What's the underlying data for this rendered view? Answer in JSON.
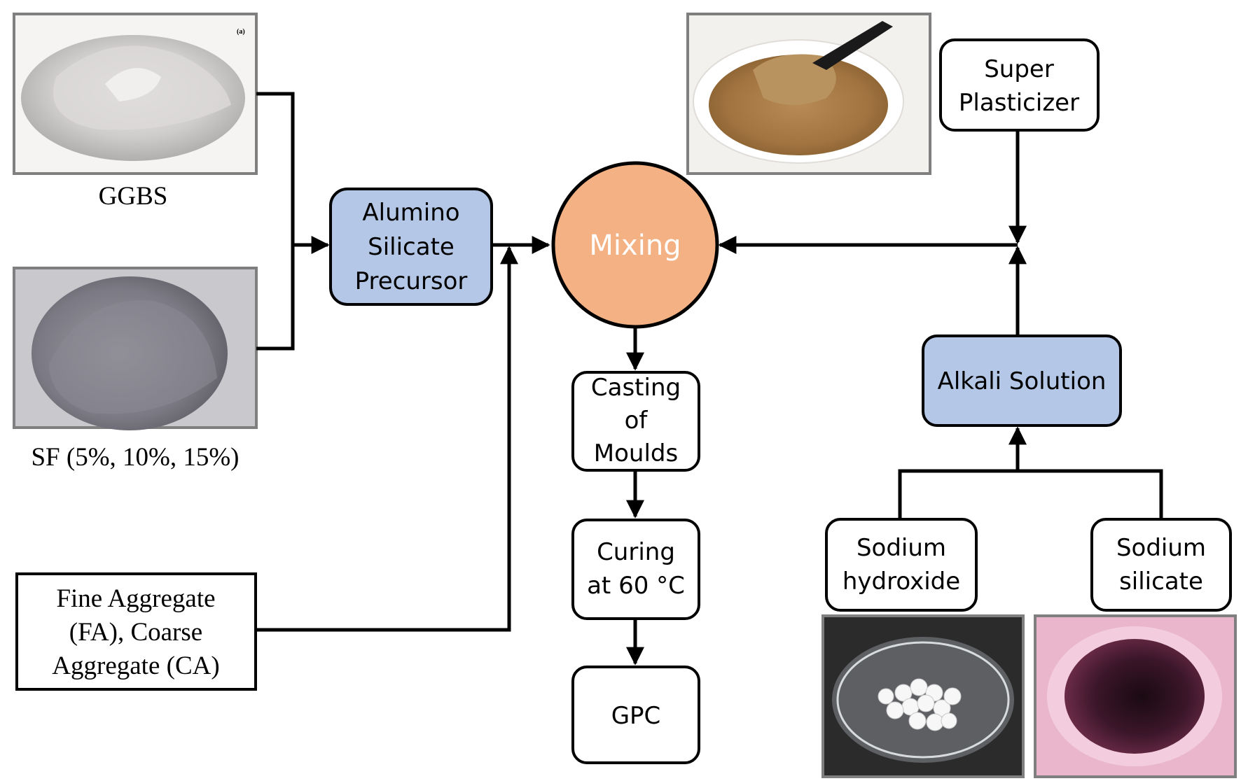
{
  "materials": {
    "ggbs": {
      "label": "GGBS",
      "photo_tag": "(a)"
    },
    "sf": {
      "label": "SF (5%, 10%, 15%)"
    },
    "aggregate": {
      "lines": [
        "Fine Aggregate",
        "(FA), Coarse",
        "Aggregate (CA)"
      ]
    }
  },
  "process": {
    "precursor": {
      "lines": [
        "Alumino",
        "Silicate",
        "Precursor"
      ]
    },
    "mixing": {
      "label": "Mixing"
    },
    "casting": {
      "lines": [
        "Casting",
        "of",
        "Moulds"
      ]
    },
    "curing": {
      "lines": [
        "Curing",
        "at 60 °C"
      ]
    },
    "gpc": {
      "label": "GPC"
    }
  },
  "additives": {
    "superplasticizer": {
      "lines": [
        "Super",
        "Plasticizer"
      ]
    },
    "alkali_solution": {
      "label": "Alkali Solution"
    },
    "sodium_hydroxide": {
      "lines": [
        "Sodium",
        "hydroxide"
      ]
    },
    "sodium_silicate": {
      "lines": [
        "Sodium",
        "silicate"
      ]
    }
  },
  "colors": {
    "blue_box": "#b4c7e7",
    "mixing_circle": "#f4b183",
    "stroke": "#000000",
    "photo_frame": "#7f7f7f"
  }
}
